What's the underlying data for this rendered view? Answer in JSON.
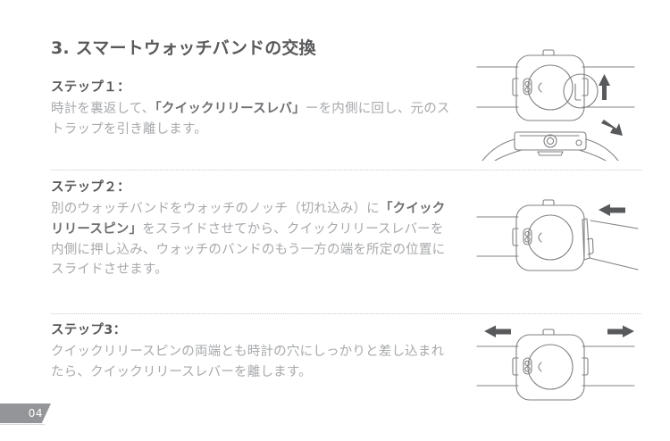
{
  "document": {
    "language": "ja",
    "background_color": "#ffffff",
    "title": "3. スマートウォッチバンドの交換",
    "title_color": "#58595b",
    "body_text_color": "#a7a9ac",
    "emphasis_text_color": "#6d6e71",
    "divider_color": "#c9cbcd",
    "illustration_line_color": "#808285",
    "arrow_color": "#58595b"
  },
  "steps": [
    {
      "label": "ステップ１：",
      "body_parts": [
        {
          "text": "時計を裏返して、",
          "bold": false
        },
        {
          "text": "「クイックリリースレバ」",
          "bold": true
        },
        {
          "text": "ーを内側に回し、元のストラップを引き離します。",
          "bold": false
        }
      ],
      "body_plain": "時計を裏返して、「クイックリリースレバ」ーを内側に回し、元のストラップを引き離します。",
      "figure": {
        "name": "watch-back-with-quick-release-lever",
        "arrows": [
          "up",
          "down-right"
        ],
        "views": [
          "back-view",
          "side-view"
        ]
      }
    },
    {
      "label": "ステップ２：",
      "body_parts": [
        {
          "text": "別のウォッチバンドをウォッチのノッチ（切れ込み）に",
          "bold": false
        },
        {
          "text": "「クイックリリースピン」",
          "bold": true
        },
        {
          "text": "をスライドさせてから、クイックリリースレバーを内側に押し込み、ウォッチのバンドのもう一方の端を所定の位置にスライドさせます。",
          "bold": false
        }
      ],
      "body_plain": "別のウォッチバンドをウォッチのノッチ（切れ込み）に「クイックリリースピン」をスライドさせてから、クイックリリースレバーを内側に押し込み、ウォッチのバンドのもう一方の端を所定の位置にスライドさせます。",
      "figure": {
        "name": "watch-with-angled-band",
        "arrows": [
          "left"
        ],
        "views": [
          "back-view"
        ]
      }
    },
    {
      "label": "ステップ3：",
      "body_parts": [
        {
          "text": "クイックリリースピンの両端とも時計の穴にしっかりと差し込まれたら、クイックリリースレバーを離します。",
          "bold": false
        }
      ],
      "body_plain": "クイックリリースピンの両端とも時計の穴にしっかりと差し込まれたら、クイックリリースレバーを離します。",
      "figure": {
        "name": "watch-with-both-bands-attached",
        "arrows": [
          "left",
          "right"
        ],
        "views": [
          "back-view"
        ]
      }
    }
  ],
  "footer": {
    "page_number": "04",
    "badge_color": "#939598",
    "badge_text_color": "#ffffff"
  }
}
